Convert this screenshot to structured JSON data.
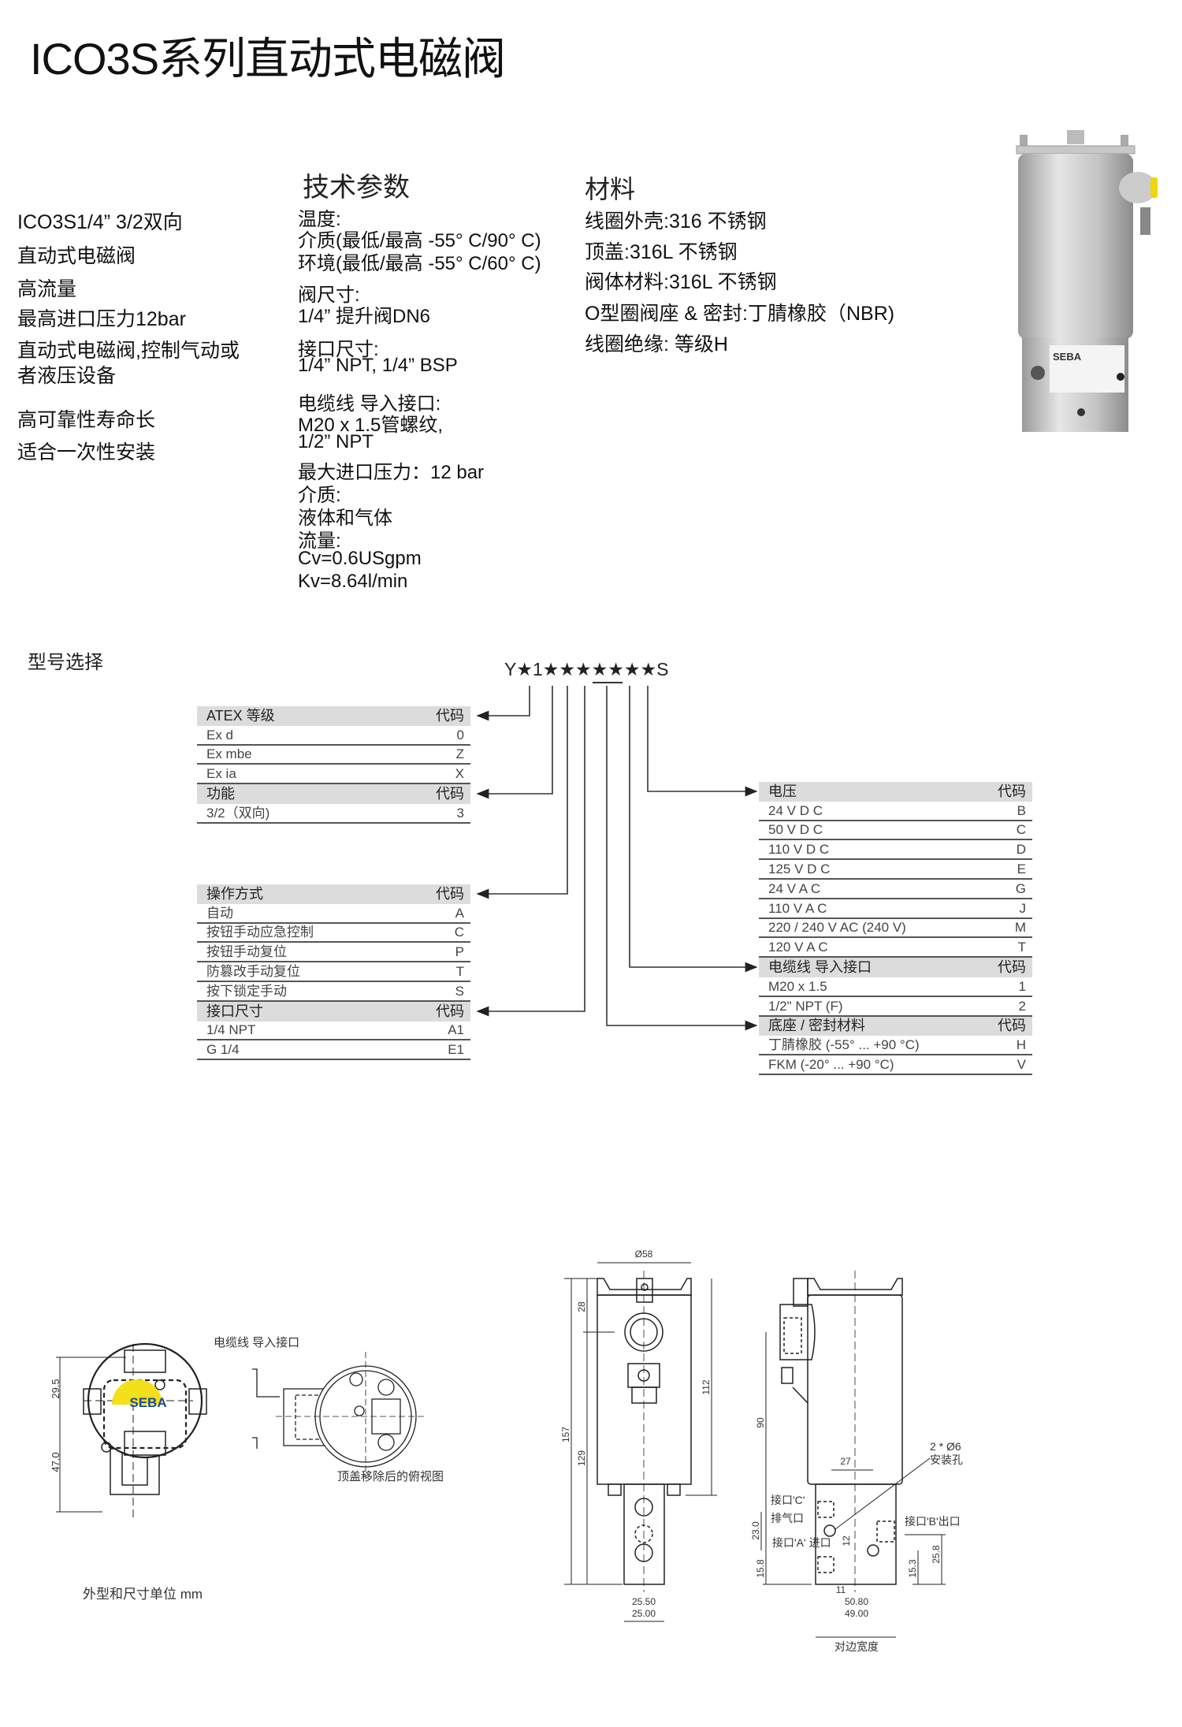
{
  "title": "ICO3S系列直动式电磁阀",
  "features": [
    "ICO3S1/4”  3/2双向",
    "直动式电磁阀",
    "高流量",
    "最高进口压力12bar",
    "直动式电磁阀,控制气动或",
    "者液压设备",
    "高可靠性寿命长",
    "适合一次性安装"
  ],
  "tech": {
    "heading": "技术参数",
    "lines": [
      "温度:",
      "介质(最低/最高 -55° C/90° C)",
      "环境(最低/最高 -55° C/60° C)",
      "阀尺寸:",
      "1/4” 提升阀DN6",
      "接口尺寸:",
      "1/4”  NPT, 1/4”  BSP",
      "电缆线 导入接口:",
      "M20 x 1.5管螺纹,",
      "1/2”  NPT",
      "最大进口压力：12 bar",
      "介质:",
      "液体和气体",
      "流量:",
      "Cv=0.6USgpm",
      "Kv=8.64l/min"
    ]
  },
  "materials": {
    "heading": "材料",
    "lines": [
      "线圈外壳:316 不锈钢",
      "顶盖:316L 不锈钢",
      "阀体材料:316L 不锈钢",
      "O型圈阀座 & 密封:丁腈橡胶（NBR)",
      "线圈绝缘: 等级H"
    ]
  },
  "photo": {
    "label": "SEBA",
    "cap_color": "#f2d40f"
  },
  "selection": {
    "heading": "型号选择",
    "code": "Y★1★★★★★★★S",
    "tables": [
      {
        "sections": [
          {
            "label": "ATEX 等级",
            "code_label": "代码",
            "rows": [
              [
                "Ex d",
                "0"
              ],
              [
                "Ex mbe",
                "Z"
              ],
              [
                "Ex ia",
                "X"
              ]
            ]
          },
          {
            "label": "功能",
            "code_label": "代码",
            "rows": [
              [
                "3/2（双向)",
                "3"
              ]
            ]
          }
        ]
      },
      {
        "sections": [
          {
            "label": "操作方式",
            "code_label": "代码",
            "rows": [
              [
                "自动",
                "A"
              ],
              [
                "按钮手动应急控制",
                "C"
              ],
              [
                "按钮手动复位",
                "P"
              ],
              [
                "防篡改手动复位",
                "T"
              ],
              [
                "按下锁定手动",
                "S"
              ]
            ]
          },
          {
            "label": "接口尺寸",
            "code_label": "代码",
            "rows": [
              [
                "1/4 NPT",
                "A1"
              ],
              [
                "G 1/4",
                "E1"
              ]
            ]
          }
        ]
      },
      {
        "sections": [
          {
            "label": "电压",
            "code_label": "代码",
            "rows": [
              [
                "24 V D C",
                "B"
              ],
              [
                "50 V D C",
                "C"
              ],
              [
                "110 V D C",
                "D"
              ],
              [
                "125 V D C",
                "E"
              ],
              [
                "24 V A C",
                "G"
              ],
              [
                "110 V A C",
                "J"
              ],
              [
                "220 / 240 V AC (240 V)",
                "M"
              ],
              [
                "120 V A C",
                "T"
              ]
            ]
          },
          {
            "label": "电缆线 导入接口",
            "code_label": "代码",
            "rows": [
              [
                "M20 x 1.5",
                "1"
              ],
              [
                "1/2\" NPT (F)",
                "2"
              ]
            ]
          },
          {
            "label": "底座 / 密封材料",
            "code_label": "代码",
            "rows": [
              [
                "丁腈橡胶 (-55° ... +90 °C)",
                "H"
              ],
              [
                "FKM (-20° ... +90 °C)",
                "V"
              ]
            ]
          }
        ]
      }
    ]
  },
  "drawings": {
    "top_view": {
      "logo": "SEBA",
      "dims": [
        "29.5",
        "47.0"
      ]
    },
    "cable_entry_label": "电缆线 导入接口",
    "cover_removed_caption": "顶盖移除后的俯视图",
    "units_caption": "外型和尺寸单位 mm",
    "front": {
      "dims": [
        "Ø58",
        "28",
        "157",
        "129",
        "112",
        "25.50",
        "25.00"
      ]
    },
    "side": {
      "dims": [
        "90",
        "23.0",
        "15.8",
        "27",
        "12",
        "15.3",
        "25.8",
        "11",
        "50.80",
        "49.00"
      ],
      "labels": [
        "接口'C'",
        "排气口",
        "接口'A' 进口",
        "2 * Ø6",
        "安装孔",
        "接口'B'出口",
        "对边宽度"
      ]
    }
  },
  "colors": {
    "header_bg": "#dcdcdc",
    "logo_yellow": "#f2e01a",
    "logo_blue": "#1b4a9c"
  }
}
